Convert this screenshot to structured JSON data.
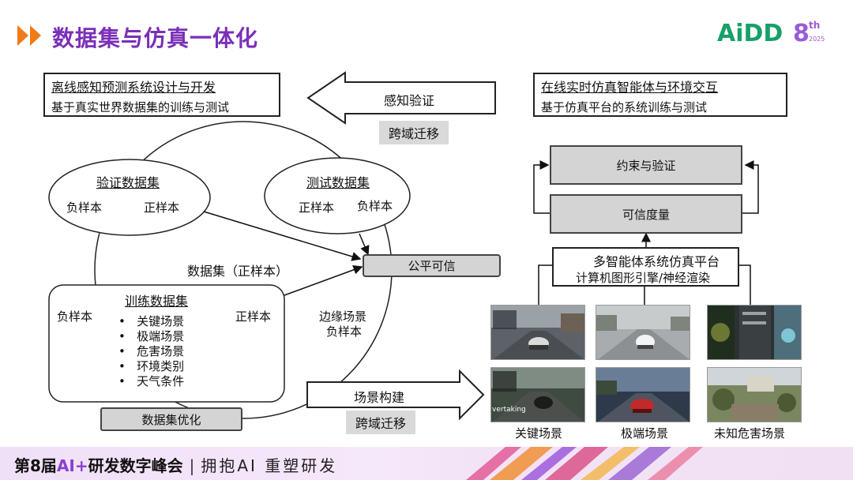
{
  "header": {
    "title": "数据集与仿真一体化",
    "logo": {
      "main": "AiDD",
      "edition": "8",
      "suffix": "th",
      "year": "2025"
    }
  },
  "left_box": {
    "line1": "离线感知预测系统设计与开发",
    "line2": "基于真实世界数据集的训练与测试"
  },
  "right_box": {
    "line1": "在线实时仿真智能体与环境交互",
    "line2": "基于仿真平台的系统训练与测试"
  },
  "top_arrow": {
    "label": "感知验证",
    "tag": "跨域迁移"
  },
  "validation_set": {
    "title": "验证数据集",
    "neg": "负样本",
    "pos": "正样本"
  },
  "test_set": {
    "title": "测试数据集",
    "pos": "正样本",
    "neg": "负样本"
  },
  "dataset_label": "数据集（正样本）",
  "fair_box": "公平可信",
  "training_set": {
    "title": "训练数据集",
    "neg": "负样本",
    "pos": "正样本",
    "items": [
      "关键场景",
      "极端场景",
      "危害场景",
      "环境类别",
      "天气条件"
    ]
  },
  "edge_label": [
    "边缘场景",
    "负样本"
  ],
  "optimize_box": "数据集优化",
  "bottom_arrow": {
    "label": "场景构建",
    "tag": "跨域迁移"
  },
  "constraint_box": "约束与验证",
  "trust_box": "可信度量",
  "platform_box": {
    "line1": "多智能体系统仿真平台",
    "line2": "计算机图形引擎/神经渲染"
  },
  "thumb_overlay_text": "vertaking",
  "scenarios": [
    "关键场景",
    "极端场景",
    "未知危害场景"
  ],
  "footer": {
    "prefix": "第8届",
    "ai": "AI+",
    "rest": "研发数字峰会",
    "slogan": "拥抱AI 重塑研发"
  },
  "colors": {
    "title": "#7a2fb8",
    "arrow": "#f07a16",
    "logo_green": "#18a06a",
    "logo_purple": "#9b5bd6"
  }
}
